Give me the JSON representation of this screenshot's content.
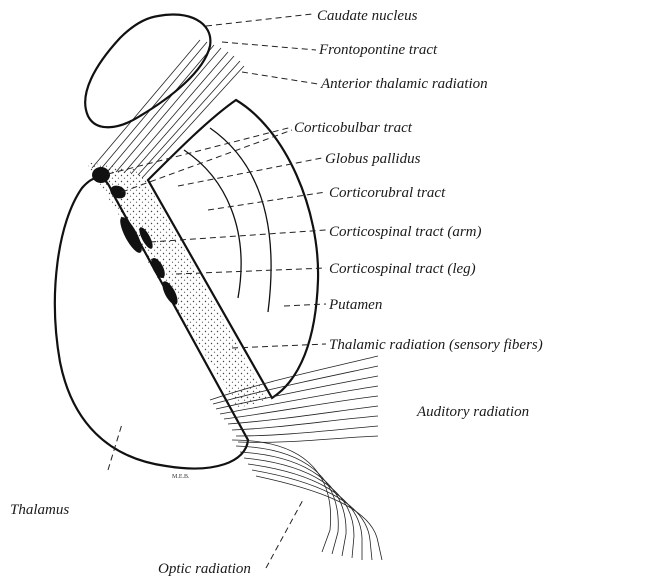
{
  "labels": {
    "caudate": "Caudate nucleus",
    "frontopontine": "Frontopontine tract",
    "anterior_thalamic": "Anterior thalamic radiation",
    "corticobulbar": "Corticobulbar tract",
    "globus_pallidus": "Globus pallidus",
    "corticorubral": "Corticorubral tract",
    "corticospinal_arm": "Corticospinal tract (arm)",
    "corticospinal_leg": "Corticospinal tract (leg)",
    "putamen": "Putamen",
    "thalamic_radiation": "Thalamic radiation (sensory fibers)",
    "auditory": "Auditory radiation",
    "thalamus": "Thalamus",
    "optic": "Optic radiation"
  }
}
